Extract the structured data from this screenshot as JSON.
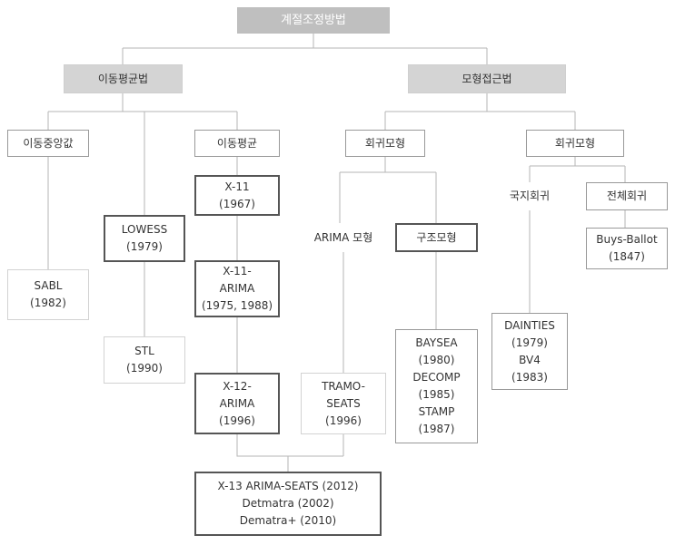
{
  "diagram": {
    "title": "계절조정방법",
    "moving_average_method": "이동평균법",
    "model_approach": "모형접근법",
    "moving_median": "이동중앙값",
    "moving_average": "이동평균",
    "autoregressive_model": "회귀모형",
    "regression_model": "회귀모형",
    "sabl": "SABL\n(1982)",
    "lowess": "LOWESS\n(1979)",
    "stl": "STL\n(1990)",
    "x11": "X-11\n(1967)",
    "x11_arima": "X-11-\nARIMA\n(1975, 1988)",
    "x12_arima": "X-12-\nARIMA\n(1996)",
    "arima_model": "ARIMA 모형",
    "structural_model": "구조모형",
    "tramo_seats": "TRAMO-\nSEATS\n(1996)",
    "baysea_group": "BAYSEA\n(1980)\nDECOMP\n(1985)\nSTAMP\n(1987)",
    "local_regression": "국지회귀",
    "global_regression": "전체회귀",
    "dainties_group": "DAINTIES\n(1979)\nBV4\n(1983)",
    "buys_ballot": "Buys-Ballot\n(1847)",
    "final_group": "X-13 ARIMA-SEATS (2012)\nDetmatra (2002)\nDematra+ (2010)"
  }
}
